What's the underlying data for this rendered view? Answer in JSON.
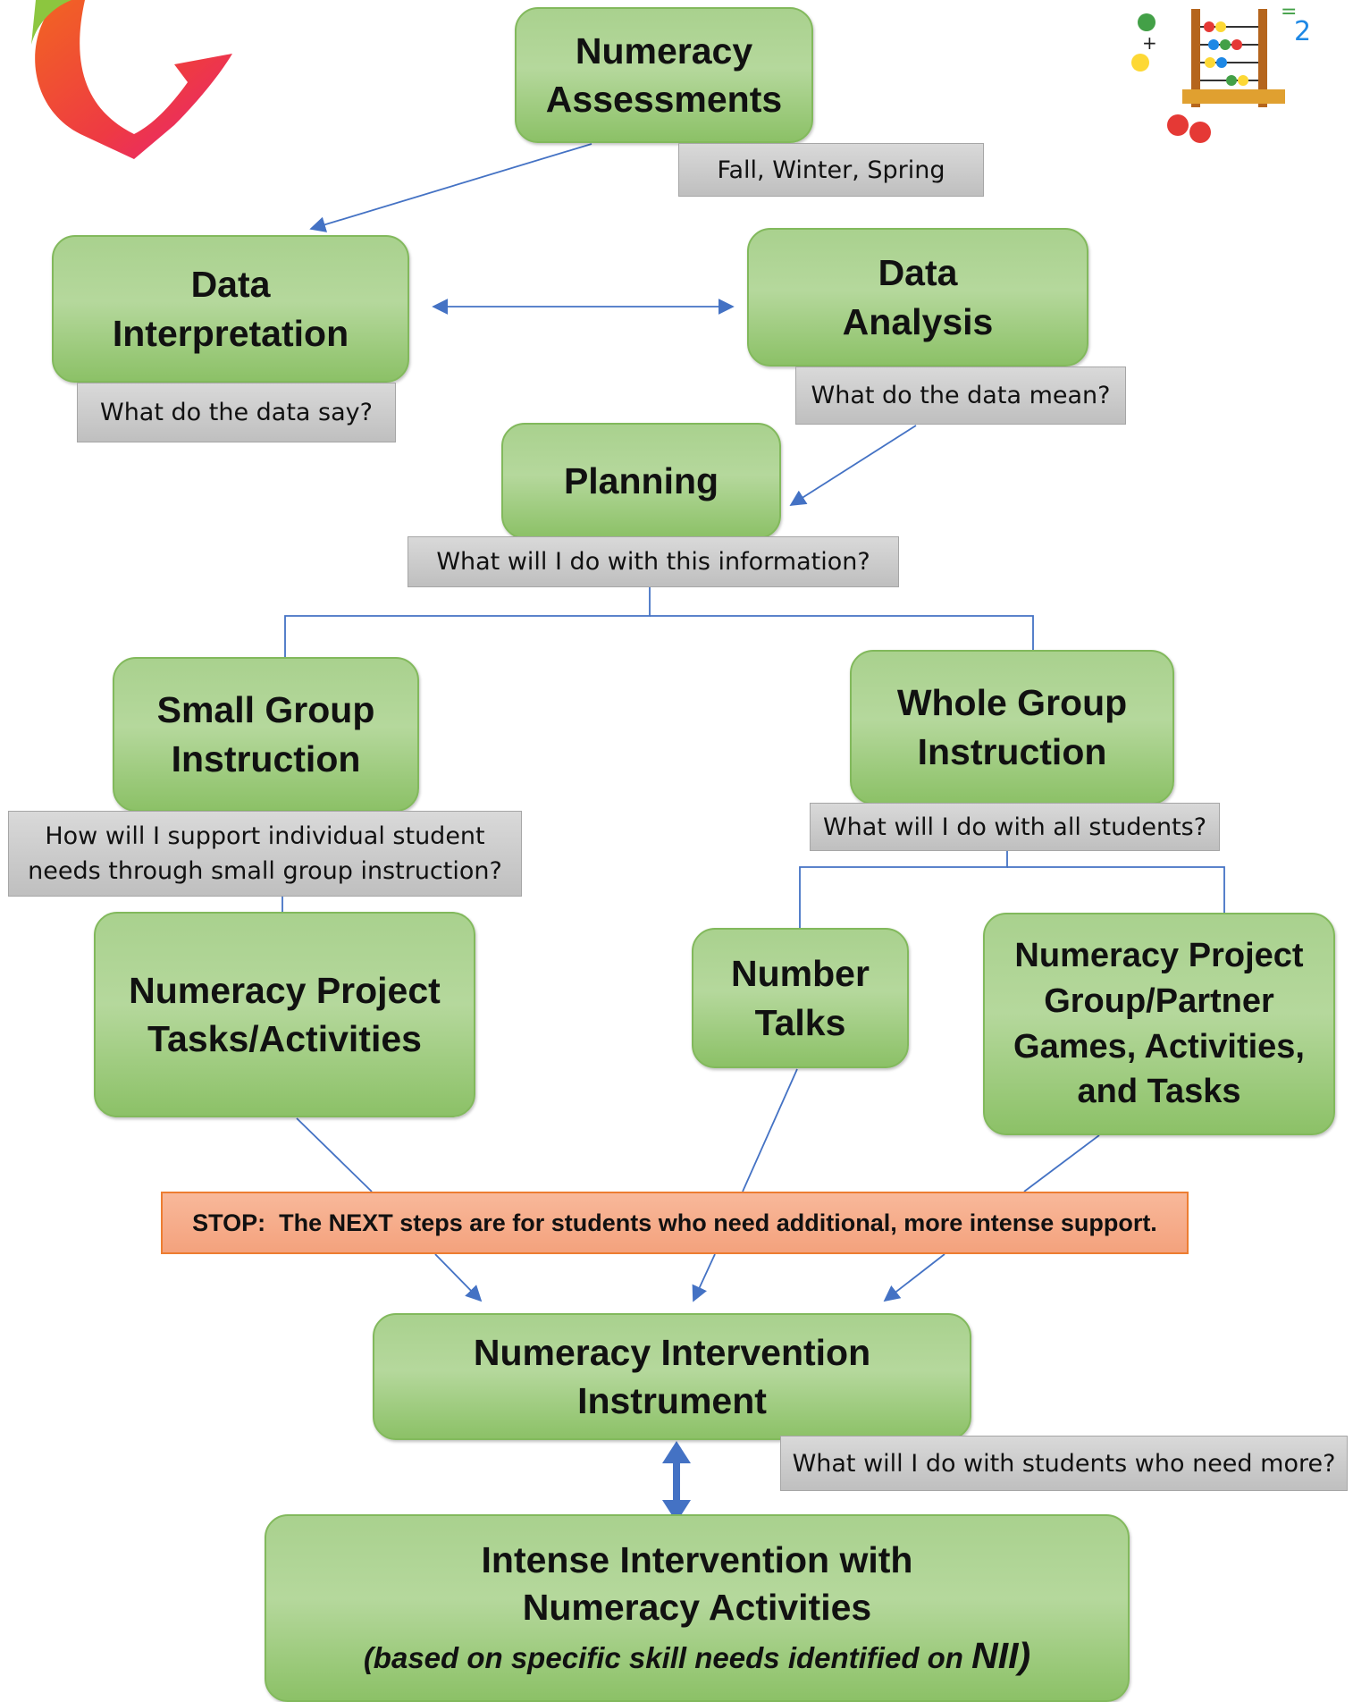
{
  "nodes": {
    "assessments": {
      "line1": "Numeracy",
      "line2": "Assessments"
    },
    "interpretation": {
      "line1": "Data",
      "line2": "Interpretation"
    },
    "analysis": {
      "line1": "Data",
      "line2": "Analysis"
    },
    "planning": {
      "line1": "Planning"
    },
    "small_group": {
      "line1": "Small Group",
      "line2": "Instruction"
    },
    "whole_group": {
      "line1": "Whole Group",
      "line2": "Instruction"
    },
    "np_tasks": {
      "line1": "Numeracy Project",
      "line2": "Tasks/Activities"
    },
    "number_talks": {
      "line1": "Number",
      "line2": "Talks"
    },
    "np_games": {
      "line1": "Numeracy Project",
      "line2": "Group/Partner",
      "line3": "Games, Activities,",
      "line4": "and Tasks"
    },
    "nii": {
      "line1": "Numeracy Intervention",
      "line2": "Instrument"
    },
    "intense": {
      "line1": "Intense Intervention with",
      "line2": "Numeracy Activities",
      "line3_prefix": "(based on specific skill needs identified on ",
      "line3_emph": "NII)"
    }
  },
  "questions": {
    "seasons": "Fall, Winter, Spring",
    "say": "What do the data say?",
    "mean": "What do the data mean?",
    "info": "What will I do with this information?",
    "individual_l1": "How will I support individual student",
    "individual_l2": "needs through small group instruction?",
    "all": "What will I do with all students?",
    "more": "What will I do with students who need more?"
  },
  "stop_banner": "STOP:  The NEXT steps are for students who need additional, more intense support.",
  "icons": {
    "logo": "stylized-g-heart-logo",
    "clipart": "abacus-apples-clipart"
  },
  "colors": {
    "box_fill": "#a9d18e",
    "box_border": "#82b95c",
    "question_fill": "#d0d0d0",
    "stop_fill": "#f4b183",
    "stop_border": "#ed7d31",
    "connector": "#4472c4"
  }
}
